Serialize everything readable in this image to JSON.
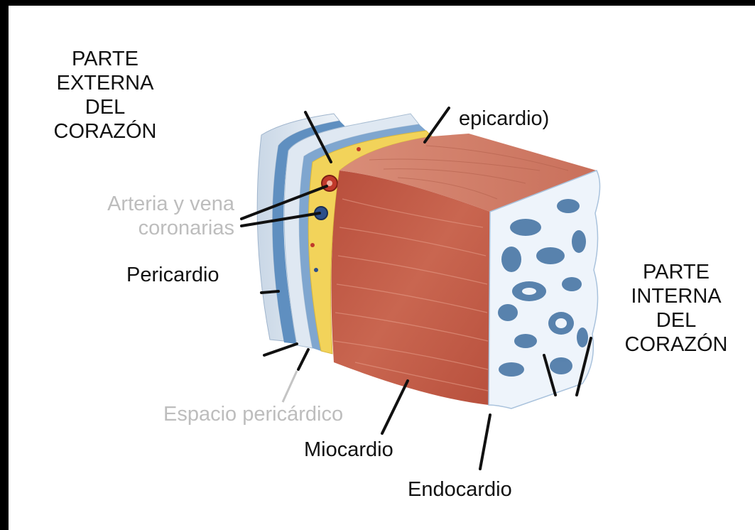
{
  "labels": {
    "outer_heart": [
      "PARTE",
      "EXTERNA",
      "DEL",
      "CORAZÓN"
    ],
    "inner_heart": [
      "PARTE",
      "INTERNA",
      "DEL",
      "CORAZÓN"
    ],
    "epicardium": "epicardio)",
    "coronary_vessels": [
      "Arteria y vena",
      "coronarias"
    ],
    "pericardium": "Pericardio",
    "pericardial_space": "Espacio pericárdico",
    "myocardium": "Miocardio",
    "endocardium": "Endocardio"
  },
  "colors": {
    "background": "#000000",
    "canvas": "#ffffff",
    "label_dark": "#111111",
    "label_gray": "#bdbdbd",
    "muscle": "#c45a45",
    "muscle_top": "#d88a76",
    "fat_layer": "#f2d35a",
    "pericardium_light": "#dfe8f2",
    "pericardium_blue": "#5f8fc0",
    "endocardium_white": "#eef4fb",
    "endocardium_blue": "#3f6fa0"
  }
}
